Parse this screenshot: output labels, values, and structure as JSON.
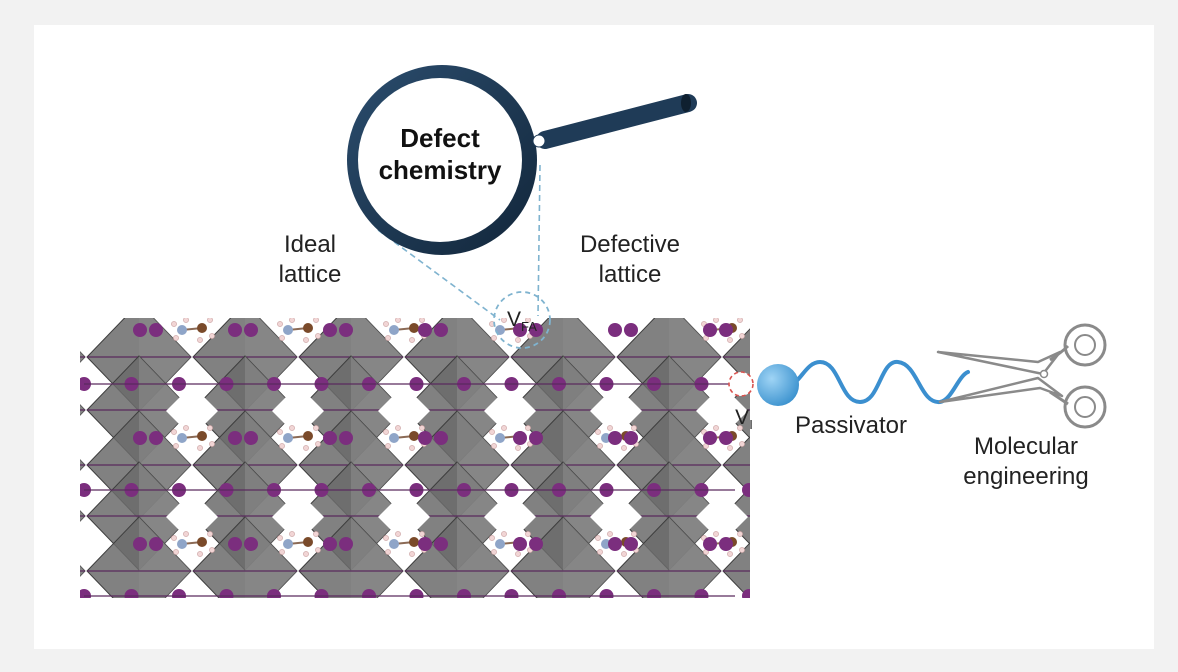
{
  "diagram": {
    "magnifier_line1": "Defect",
    "magnifier_line2": "chemistry",
    "ideal_line1": "Ideal",
    "ideal_line2": "lattice",
    "defective_line1": "Defective",
    "defective_line2": "lattice",
    "vacancy_fa_main": "V",
    "vacancy_fa_sub": "FA",
    "vacancy_i_main": "V",
    "vacancy_i_sub": "I",
    "passivator": "Passivator",
    "molecular_line1": "Molecular",
    "molecular_line2": "engineering"
  },
  "colors": {
    "octahedron": "#6b6b6b",
    "iodide_atom": "#7b2e7e",
    "passivator_head": "#4aa3de",
    "passivator_tail": "#3b8fcf",
    "dashed_guide": "#7fb3cf",
    "vacancy_i_ring": "#d9534f",
    "scissors": "#8a8a8a",
    "magnifier_handle": "#1f3b57",
    "magnifier_rim": "#1f3b57"
  },
  "icons": {
    "magnifier": "magnifying-glass-icon",
    "scissors": "scissors-icon"
  }
}
